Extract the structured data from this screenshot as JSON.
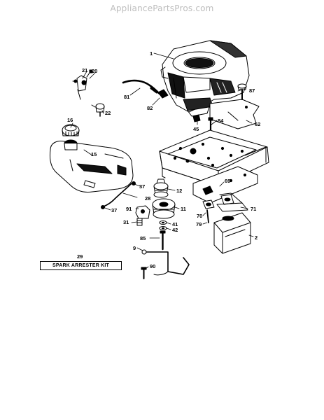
{
  "header": {
    "watermark": "AppliancePartsPros.com"
  },
  "kit_label": "SPARK ARRESTER KIT",
  "callouts": [
    "1",
    "21",
    "20",
    "87",
    "81",
    "82",
    "84",
    "45",
    "62",
    "22",
    "16",
    "15",
    "12",
    "37",
    "28",
    "69",
    "91",
    "11",
    "71",
    "70",
    "31",
    "41",
    "42",
    "79",
    "2",
    "85",
    "9",
    "90",
    "29",
    "37"
  ]
}
